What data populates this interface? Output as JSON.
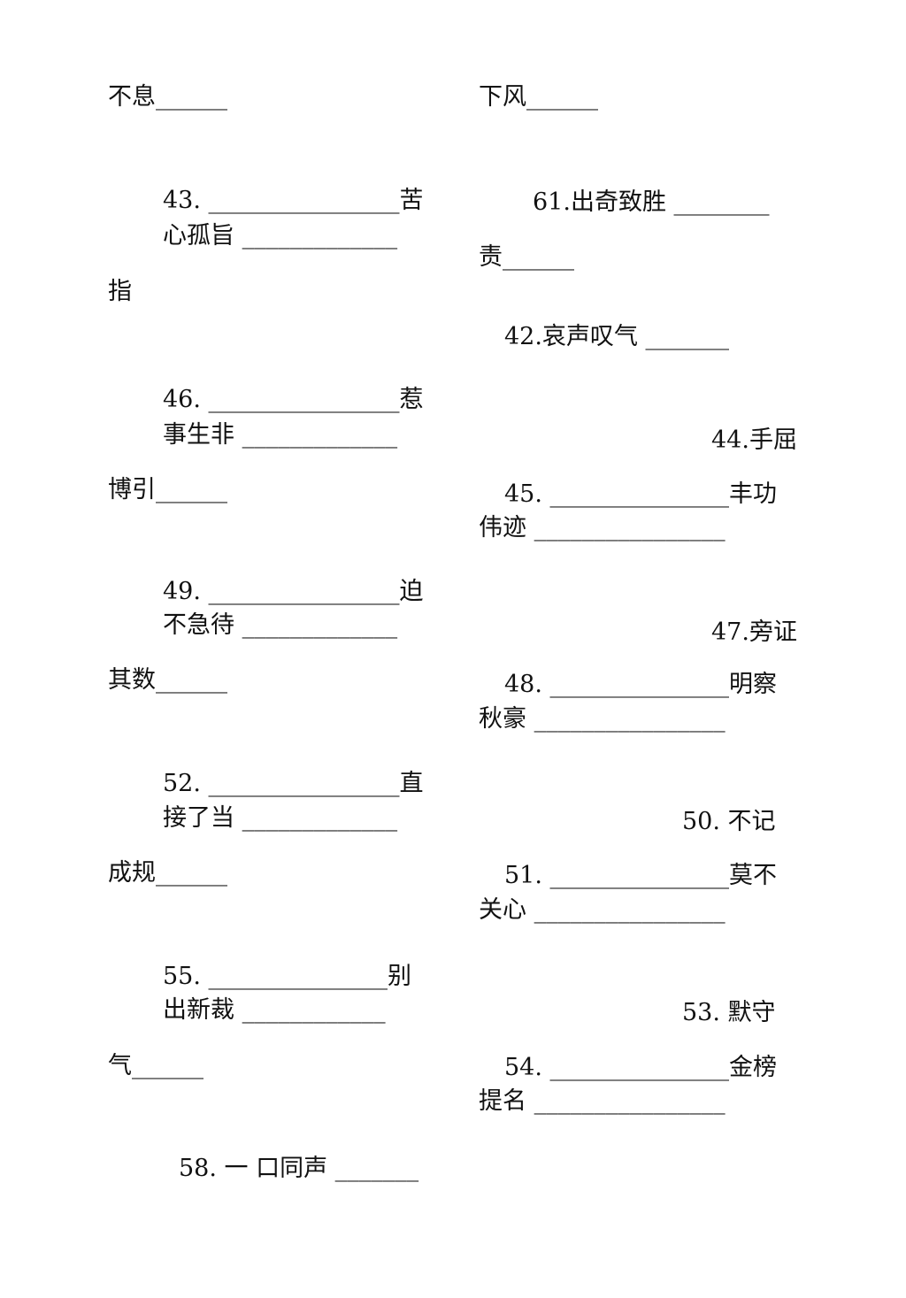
{
  "left_column": {
    "items": [
      {
        "text": "不息______"
      },
      {
        "text": "43. ________________苦"
      },
      {
        "text": "心孤旨 _____________"
      },
      {
        "text": "指"
      },
      {
        "text": "46. ________________惹"
      },
      {
        "text": "事生非 _____________"
      },
      {
        "text": "博引______"
      },
      {
        "text": "49. ________________迫"
      },
      {
        "text": "不急待 _____________"
      },
      {
        "text": "其数______"
      },
      {
        "text": "52. ________________直"
      },
      {
        "text": "接了当 _____________"
      },
      {
        "text": "成规______"
      },
      {
        "text": "55. _______________别"
      },
      {
        "text": "出新裁 ____________"
      },
      {
        "text": "气______"
      },
      {
        "text": "58. 一  口同声 _______"
      }
    ]
  },
  "right_column": {
    "items": [
      {
        "text": "下风______"
      },
      {
        "text": "61.出奇致胜 ________"
      },
      {
        "text": "责______"
      },
      {
        "text": "42.哀声叹气 _______"
      },
      {
        "text": "44.手屈"
      },
      {
        "text": "45. _______________丰功"
      },
      {
        "text": "伟迹 ________________"
      },
      {
        "text": "47.旁证"
      },
      {
        "text": "48. _______________明察"
      },
      {
        "text": "秋豪 ________________"
      },
      {
        "text": "50. 不记"
      },
      {
        "text": "51. _______________莫不"
      },
      {
        "text": "关心 ________________"
      },
      {
        "text": "53. 默守"
      },
      {
        "text": "54. _______________金榜"
      },
      {
        "text": "提名 ________________"
      }
    ]
  }
}
